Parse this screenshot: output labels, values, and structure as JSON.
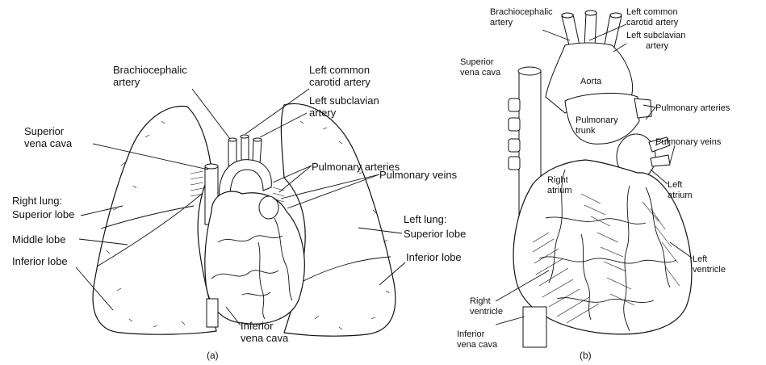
{
  "figure_a": {
    "caption": "(a)",
    "labels": {
      "brachiocephalic": [
        "Brachiocephalic",
        "artery"
      ],
      "left_common_carotid": [
        "Left common",
        "carotid artery"
      ],
      "left_subclavian": [
        "Left subclavian",
        "artery"
      ],
      "superior_vena_cava": [
        "Superior",
        "vena cava"
      ],
      "pulmonary_arteries": "Pulmonary arteries",
      "pulmonary_veins": "Pulmonary veins",
      "right_lung_superior": [
        "Right lung:",
        "Superior lobe"
      ],
      "middle_lobe": "Middle lobe",
      "inferior_lobe_right": "Inferior lobe",
      "left_lung_superior": [
        "Left lung:",
        "Superior lobe"
      ],
      "inferior_lobe_left": "Inferior lobe",
      "inferior_vena_cava": [
        "Inferior",
        "vena cava"
      ]
    }
  },
  "figure_b": {
    "caption": "(b)",
    "labels": {
      "brachiocephalic": [
        "Brachiocephalic",
        "artery"
      ],
      "left_common_carotid": [
        "Left common",
        "carotid artery"
      ],
      "left_subclavian": [
        "Left subclavian",
        "artery"
      ],
      "superior_vena_cava": [
        "Superior",
        "vena cava"
      ],
      "aorta": "Aorta",
      "pulmonary_arteries": "Pulmonary arteries",
      "pulmonary_trunk": [
        "Pulmonary",
        "trunk"
      ],
      "pulmonary_veins": "Pulmonary veins",
      "right_atrium": [
        "Right",
        "atrium"
      ],
      "left_atrium": [
        "Left",
        "atrium"
      ],
      "left_ventricle": [
        "Left",
        "ventricle"
      ],
      "right_ventricle": [
        "Right",
        "ventricle"
      ],
      "inferior_vena_cava": [
        "Inferior",
        "vena cava"
      ]
    }
  }
}
